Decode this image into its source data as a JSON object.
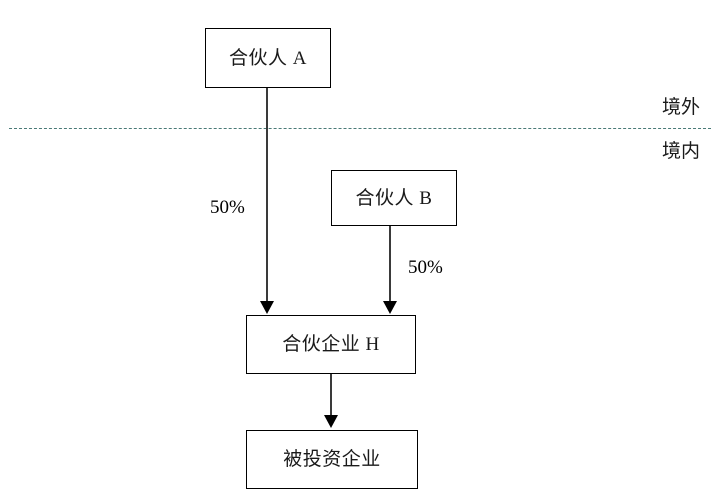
{
  "diagram": {
    "type": "org-structure-flow",
    "background_color": "#ffffff",
    "boundary": {
      "style": "dashed",
      "color": "#4a7a77",
      "above_label": "境外",
      "below_label": "境内"
    },
    "nodes": [
      {
        "id": "partner-a",
        "label": "合伙人 A"
      },
      {
        "id": "partner-b",
        "label": "合伙人 B"
      },
      {
        "id": "partnership-h",
        "label": "合伙企业 H"
      },
      {
        "id": "invested-enterprise",
        "label": "被投资企业"
      }
    ],
    "edges": [
      {
        "id": "a-to-h",
        "from": "partner-a",
        "to": "partnership-h",
        "label": "50%"
      },
      {
        "id": "b-to-h",
        "from": "partner-b",
        "to": "partnership-h",
        "label": "50%"
      },
      {
        "id": "h-to-invested",
        "from": "partnership-h",
        "to": "invested-enterprise",
        "label": ""
      }
    ]
  }
}
